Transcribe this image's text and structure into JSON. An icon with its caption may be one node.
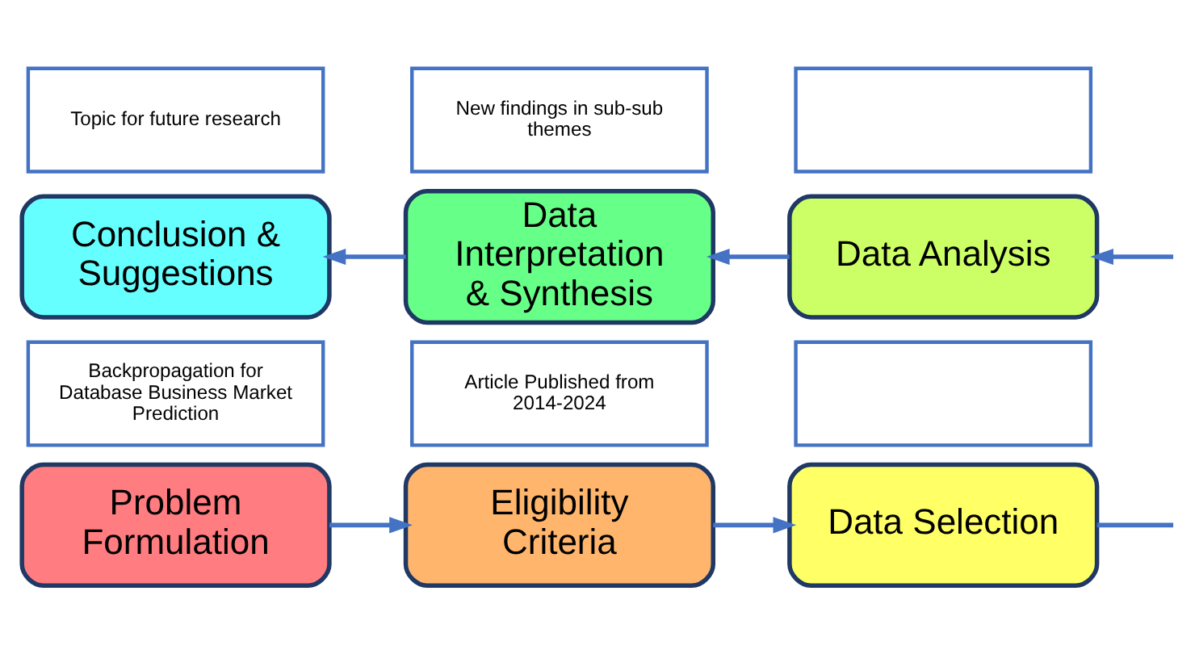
{
  "diagram": {
    "nodes": [
      {
        "text": [
          "Problem Formulation"
        ]
      },
      {
        "text": [
          "Backpropagation for Database Business Market Prediction"
        ]
      },
      {
        "text": [
          "Eligibility Criteria"
        ]
      },
      {
        "text": [
          "Article Published from 2014-2024"
        ]
      },
      {
        "text": [
          "Data Selection"
        ]
      },
      {
        "text": [],
        "shape": "box"
      },
      {
        "text": [
          "Conclusion & Suggestions"
        ]
      },
      {
        "text": [
          "Topic for future research"
        ]
      },
      {
        "text": [
          "Data Interpretation & Synthesis"
        ]
      },
      {
        "text": [
          "New findings in sub-sub themes"
        ]
      },
      {
        "text": [
          "Data Analysis"
        ]
      },
      {
        "text": [],
        "shape": "box"
      }
    ],
    "edges": [
      {
        "from": 0,
        "to": 2,
        "arrow": "to"
      },
      {
        "from": 2,
        "to": 4,
        "arrow": "to"
      },
      {
        "from": 4,
        "to": null,
        "arrow": "none"
      },
      {
        "from": null,
        "to": 10,
        "arrow": "to"
      },
      {
        "from": 10,
        "to": 8,
        "arrow": "to"
      },
      {
        "from": 8,
        "to": 6,
        "arrow": "to"
      }
    ]
  }
}
